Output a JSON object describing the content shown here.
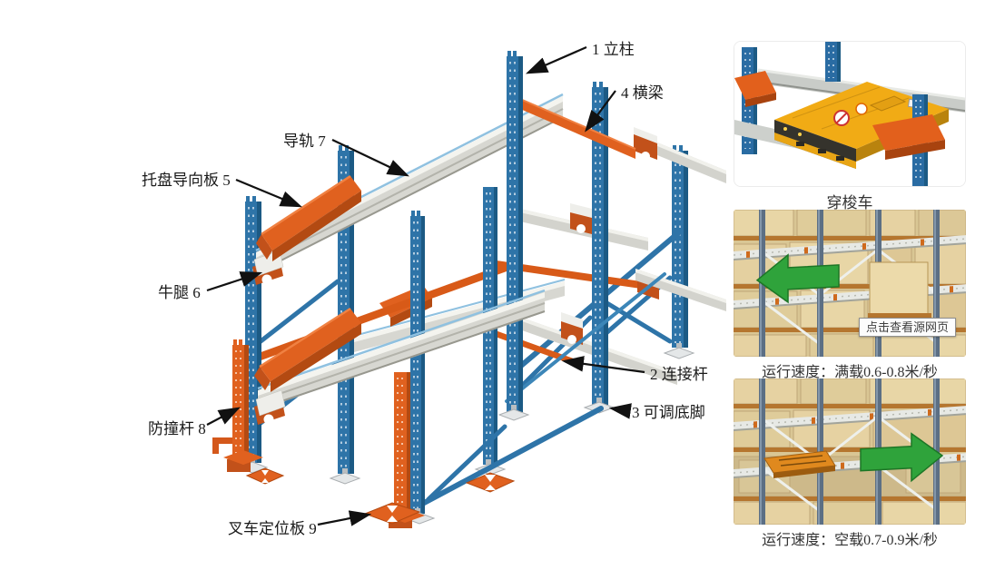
{
  "diagram": {
    "labels": {
      "upright": "1 立柱",
      "beam": "4 横梁",
      "guide_rail": "导轨 7",
      "pallet_guide_plate": "托盘导向板 5",
      "support_arm": "牛腿 6",
      "connecting_rod": "2 连接杆",
      "adjustable_foot": "3 可调底脚",
      "anti_collision_bar": "防撞杆 8",
      "forklift_positioning_plate": "叉车定位板 9"
    },
    "colors": {
      "upright_blue": "#2e74a8",
      "beam_orange": "#e0611f",
      "rail_gray": "#d7d7d1"
    }
  },
  "sidebar": {
    "shuttle_image_caption": "穿梭车",
    "full_load_caption": "运行速度：满载0.6-0.8米/秒",
    "empty_load_caption": "运行速度：空载0.7-0.9米/秒",
    "source_tooltip": "点击查看源网页",
    "arrow_green": "#2fa33b"
  }
}
